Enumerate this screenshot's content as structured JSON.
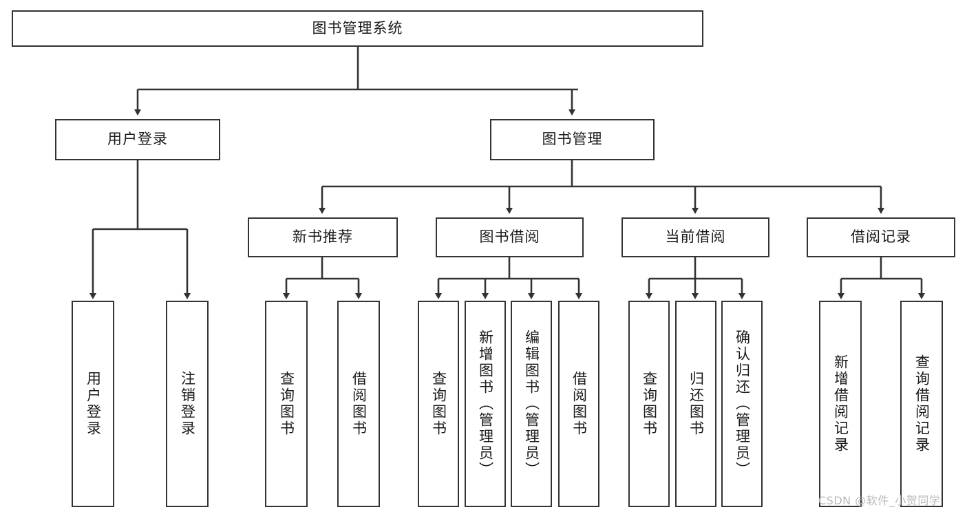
{
  "diagram": {
    "title_node": {
      "label": "图书管理系统"
    },
    "level2": [
      {
        "id": "user-login",
        "label": "用户登录"
      },
      {
        "id": "book-manage",
        "label": "图书管理"
      }
    ],
    "level3": [
      {
        "id": "new-book-recommend",
        "label": "新书推荐"
      },
      {
        "id": "book-borrow",
        "label": "图书借阅"
      },
      {
        "id": "current-borrow",
        "label": "当前借阅"
      },
      {
        "id": "borrow-record",
        "label": "借阅记录"
      }
    ],
    "leaves": {
      "user_login": [
        {
          "id": "leaf-user-login",
          "label": "用户登录"
        },
        {
          "id": "leaf-logout",
          "label": "注销登录"
        }
      ],
      "new_book_recommend": [
        {
          "id": "leaf-query-book-1",
          "label": "查询图书"
        },
        {
          "id": "leaf-borrow-book-1",
          "label": "借阅图书"
        }
      ],
      "book_borrow": [
        {
          "id": "leaf-query-book-2",
          "label": "查询图书"
        },
        {
          "id": "leaf-add-book",
          "label": "新增图书（管理员）"
        },
        {
          "id": "leaf-edit-book",
          "label": "编辑图书（管理员）"
        },
        {
          "id": "leaf-borrow-book-2",
          "label": "借阅图书"
        }
      ],
      "current_borrow": [
        {
          "id": "leaf-query-book-3",
          "label": "查询图书"
        },
        {
          "id": "leaf-return-book",
          "label": "归还图书"
        },
        {
          "id": "leaf-confirm-return",
          "label": "确认归还（管理员）"
        }
      ],
      "borrow_record": [
        {
          "id": "leaf-add-record",
          "label": "新增借阅记录"
        },
        {
          "id": "leaf-query-record",
          "label": "查询借阅记录"
        }
      ]
    },
    "watermark": {
      "text": "CSDN @软件_小贺同学"
    },
    "colors": {
      "border": "#333333",
      "text": "#1a1a1a",
      "background": "#ffffff",
      "watermark": "#b9b9b9"
    }
  }
}
